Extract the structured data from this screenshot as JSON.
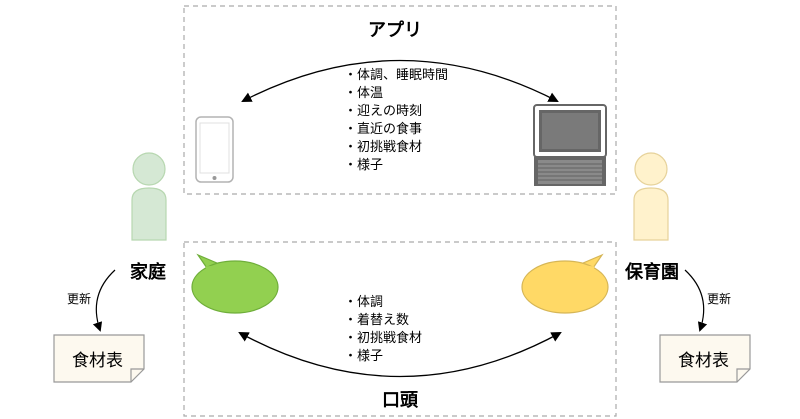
{
  "app_section": {
    "title": "アプリ",
    "items": [
      "・体調、睡眠時間",
      "・体温",
      "・迎えの時刻",
      "・直近の食事",
      "・初挑戦食材",
      "・様子"
    ]
  },
  "oral_section": {
    "title": "口頭",
    "items": [
      "・体調",
      "・着替え数",
      "・初挑戦食材",
      "・様子"
    ]
  },
  "home": {
    "label": "家庭",
    "color": "#d5e8d4",
    "bubble_color": "#92d050"
  },
  "nursery": {
    "label": "保育園",
    "color": "#fff2cc",
    "bubble_color": "#ffd966"
  },
  "update_label": "更新",
  "document_label": "食材表"
}
